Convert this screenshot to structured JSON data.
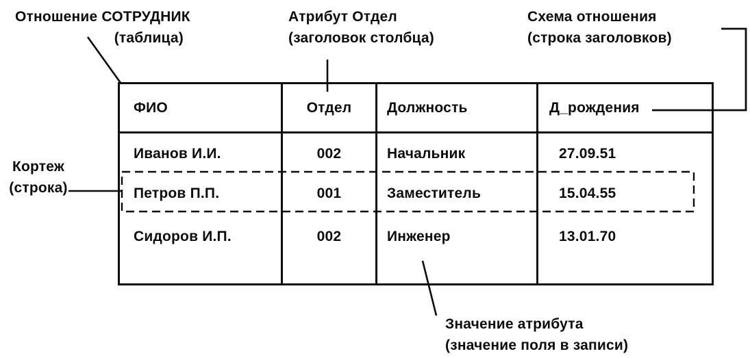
{
  "labels": {
    "relation": {
      "line1": "Отношение СОТРУДНИК",
      "line2": "(таблица)"
    },
    "attribute": {
      "line1": "Атрибут Отдел",
      "line2": "(заголовок столбца)"
    },
    "schema": {
      "line1": "Схема отношения",
      "line2": "(строка заголовков)"
    },
    "tuple": {
      "line1": "Кортеж",
      "line2": "(строка)"
    },
    "value": {
      "line1": "Значение атрибута",
      "line2": "(значение поля в записи)"
    }
  },
  "table": {
    "headers": [
      "ФИО",
      "Отдел",
      "Должность",
      "Д_рождения"
    ],
    "rows": [
      [
        "Иванов И.И.",
        "002",
        "Начальник",
        "27.09.51"
      ],
      [
        "Петров П.П.",
        "001",
        "Заместитель",
        "15.04.55"
      ],
      [
        "Сидоров И.П.",
        "002",
        "Инженер",
        "13.01.70"
      ]
    ]
  },
  "colors": {
    "ink": "#0d0d0d",
    "background": "#ffffff"
  }
}
